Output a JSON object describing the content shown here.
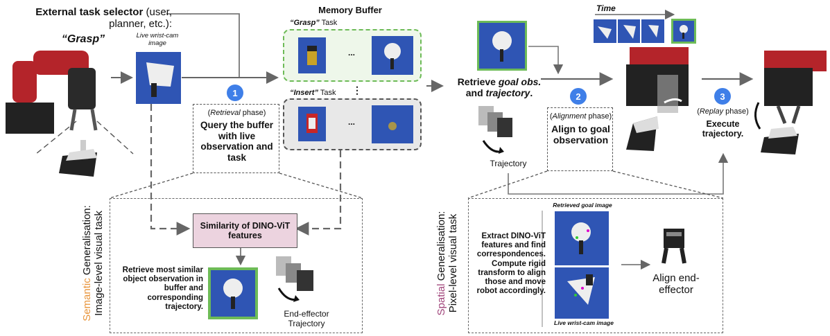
{
  "selector": {
    "title": "External task selector",
    "paren": " (user, planner, etc.):",
    "task": "“Grasp”"
  },
  "wristcam": {
    "label": "Live wrist-cam image"
  },
  "memory": {
    "title": "Memory Buffer",
    "grasp_label": "“Grasp”",
    "insert_label": "“Insert”",
    "task_word": " Task",
    "ellipsis": "...",
    "vdots": "⋮"
  },
  "steps": [
    {
      "num": "1",
      "phase_name": "Retrieval",
      "phase_word": " phase)",
      "text": "Query the buffer with live observation and task"
    },
    {
      "num": "2",
      "phase_name": "Alignment",
      "phase_word": " phase)",
      "text": "Align to goal observation"
    },
    {
      "num": "3",
      "phase_name": "Replay",
      "phase_word": " phase)",
      "text": "Execute trajectory."
    }
  ],
  "retrieve": {
    "prefix": "Retrieve ",
    "goal": "goal obs.",
    "and": "and ",
    "traj": "trajectory",
    "dot": "."
  },
  "trajectory_label": "Trajectory",
  "time_label": "Time",
  "semantic": {
    "colored": "Semantic",
    "rest": " Generalisation:",
    "line2": "Image-level visual task",
    "color": "#e8943a",
    "similarity": "Similarity of DINO-ViT features",
    "retrieve_text": "Retrieve  most similar object observation in buffer and corresponding trajectory.",
    "ee_label": "End-effector Trajectory"
  },
  "spatial": {
    "colored": "Spatial",
    "rest": " Generalisation:",
    "line2": "Pixel-level visual task",
    "color": "#a0447a",
    "retrieved_label": "Retrieved goal image",
    "live_label": "Live wrist-cam image",
    "text": "Extract DINO-ViT features and find correspondences. Compute rigid transform to align those and move robot accordingly.",
    "align_label": "Align end-effector"
  },
  "colors": {
    "green": "#6dbb57",
    "badge": "#3f7fe8",
    "pink": "#ecd3df",
    "blue": "#2f55b4"
  }
}
